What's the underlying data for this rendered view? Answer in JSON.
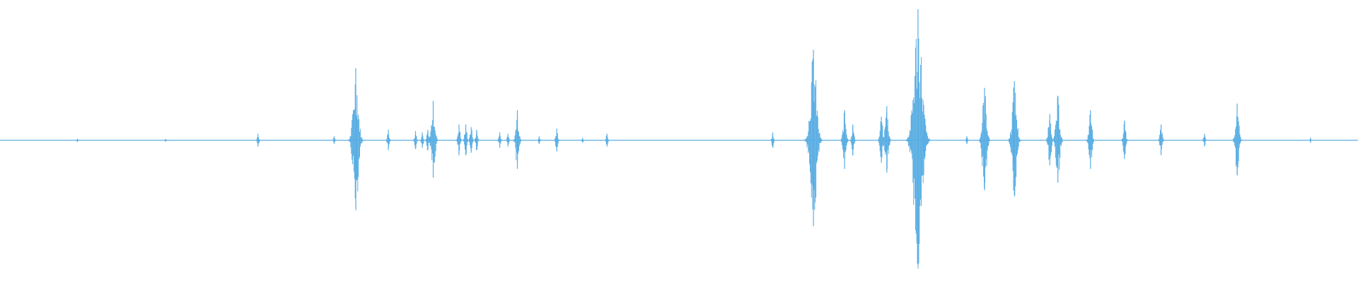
{
  "waveform": {
    "color": "#5aaee3",
    "bursts": [
      {
        "t": 0.057,
        "amp": 0.012
      },
      {
        "t": 0.122,
        "amp": 0.01
      },
      {
        "t": 0.19,
        "amp": 0.05
      },
      {
        "t": 0.246,
        "amp": 0.03
      },
      {
        "t": 0.262,
        "amp": 0.55
      },
      {
        "t": 0.286,
        "amp": 0.08
      },
      {
        "t": 0.306,
        "amp": 0.07
      },
      {
        "t": 0.311,
        "amp": 0.06
      },
      {
        "t": 0.315,
        "amp": 0.08
      },
      {
        "t": 0.319,
        "amp": 0.3
      },
      {
        "t": 0.338,
        "amp": 0.12
      },
      {
        "t": 0.343,
        "amp": 0.12
      },
      {
        "t": 0.347,
        "amp": 0.1
      },
      {
        "t": 0.351,
        "amp": 0.08
      },
      {
        "t": 0.368,
        "amp": 0.06
      },
      {
        "t": 0.374,
        "amp": 0.05
      },
      {
        "t": 0.381,
        "amp": 0.23
      },
      {
        "t": 0.397,
        "amp": 0.03
      },
      {
        "t": 0.41,
        "amp": 0.09
      },
      {
        "t": 0.429,
        "amp": 0.02
      },
      {
        "t": 0.447,
        "amp": 0.05
      },
      {
        "t": 0.569,
        "amp": 0.06
      },
      {
        "t": 0.599,
        "amp": 0.69
      },
      {
        "t": 0.622,
        "amp": 0.23
      },
      {
        "t": 0.628,
        "amp": 0.12
      },
      {
        "t": 0.649,
        "amp": 0.18
      },
      {
        "t": 0.653,
        "amp": 0.26
      },
      {
        "t": 0.676,
        "amp": 1.0
      },
      {
        "t": 0.681,
        "amp": 0.15
      },
      {
        "t": 0.712,
        "amp": 0.03
      },
      {
        "t": 0.725,
        "amp": 0.4
      },
      {
        "t": 0.747,
        "amp": 0.45
      },
      {
        "t": 0.773,
        "amp": 0.2
      },
      {
        "t": 0.779,
        "amp": 0.34
      },
      {
        "t": 0.803,
        "amp": 0.23
      },
      {
        "t": 0.828,
        "amp": 0.15
      },
      {
        "t": 0.855,
        "amp": 0.12
      },
      {
        "t": 0.887,
        "amp": 0.05
      },
      {
        "t": 0.911,
        "amp": 0.28
      },
      {
        "t": 0.965,
        "amp": 0.02
      }
    ]
  }
}
